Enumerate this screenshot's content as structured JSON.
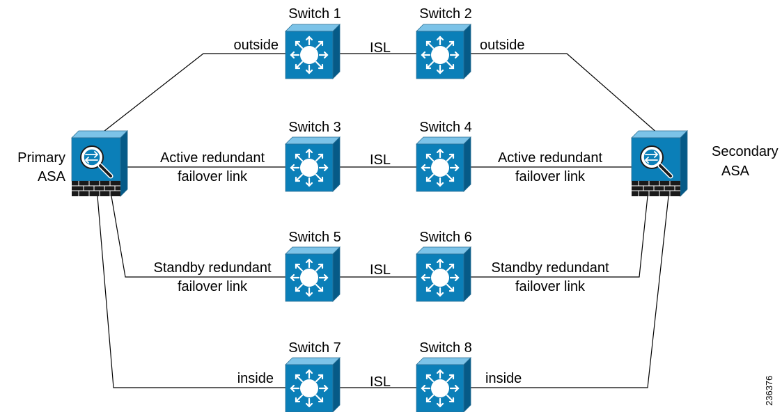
{
  "devices": {
    "primary": {
      "label_line1": "Primary",
      "label_line2": "ASA"
    },
    "secondary": {
      "label_line1": "Secondary",
      "label_line2": "ASA"
    }
  },
  "switches": [
    {
      "id": "switch-1",
      "label": "Switch 1"
    },
    {
      "id": "switch-2",
      "label": "Switch 2"
    },
    {
      "id": "switch-3",
      "label": "Switch 3"
    },
    {
      "id": "switch-4",
      "label": "Switch 4"
    },
    {
      "id": "switch-5",
      "label": "Switch 5"
    },
    {
      "id": "switch-6",
      "label": "Switch 6"
    },
    {
      "id": "switch-7",
      "label": "Switch 7"
    },
    {
      "id": "switch-8",
      "label": "Switch 8"
    }
  ],
  "links": {
    "outside_left": "outside",
    "outside_right": "outside",
    "active_left": [
      "Active redundant",
      "failover link"
    ],
    "active_right": [
      "Active redundant",
      "failover link"
    ],
    "standby_left": [
      "Standby redundant",
      "failover link"
    ],
    "standby_right": [
      "Standby redundant",
      "failover link"
    ],
    "inside_left": "inside",
    "inside_right": "inside",
    "isl": [
      "ISL",
      "ISL",
      "ISL",
      "ISL"
    ]
  },
  "figure_id": "236376",
  "colors": {
    "switch_front": "#0b7fb8",
    "switch_top": "#7cc3e8",
    "switch_side": "#065a87",
    "asa_body": "#0b7fb8",
    "asa_top": "#7cc3e8",
    "asa_side": "#065a87",
    "firewall_band": "#1a1a1a",
    "line": "#000000"
  }
}
